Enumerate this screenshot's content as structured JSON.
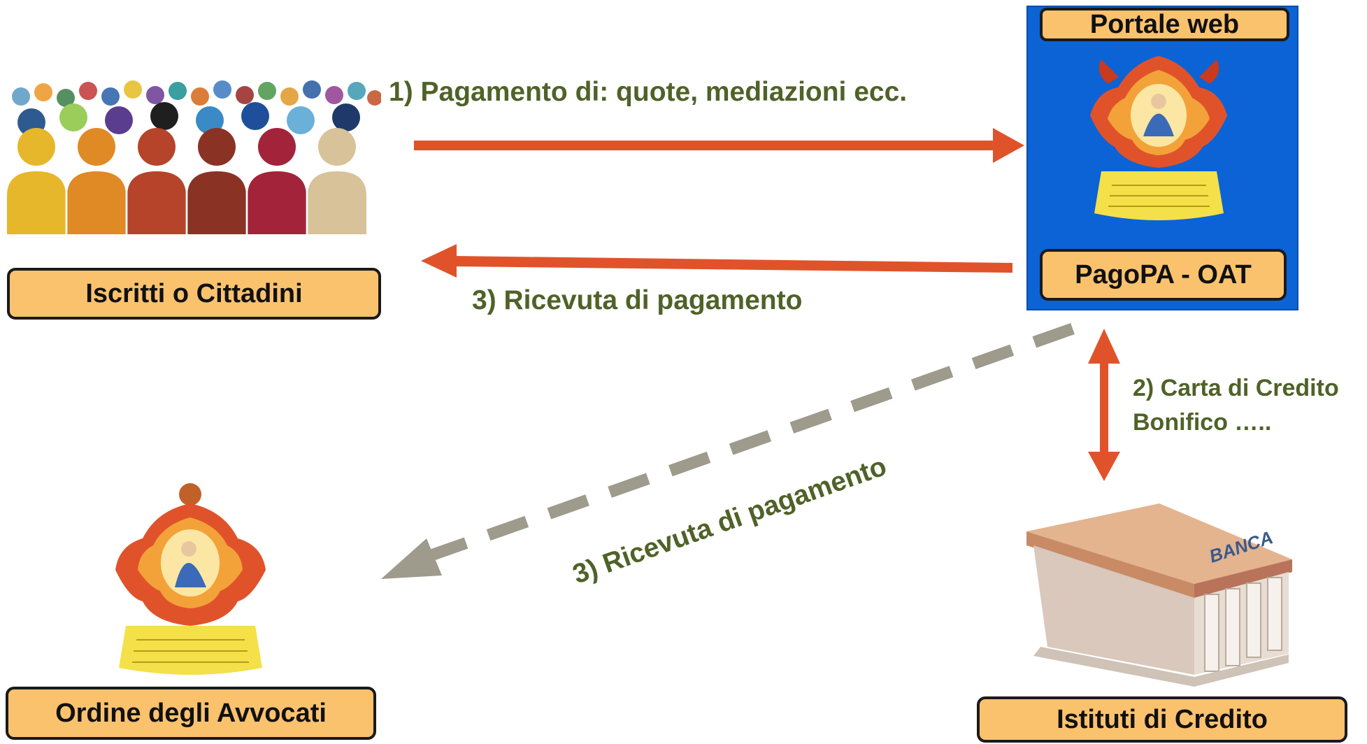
{
  "boxes": {
    "iscritti": "Iscritti o Cittadini",
    "ordine": "Ordine degli Avvocati",
    "portale": "Portale web",
    "pagopa": "PagoPA - OAT",
    "istituti": "Istituti di Credito"
  },
  "arrows": {
    "pagamento": "1) Pagamento di: quote, mediazioni ecc.",
    "ricevuta_top": "3) Ricevuta di pagamento",
    "ricevuta_diag": "3) Ricevuta di pagamento",
    "carta_line1": "2) Carta di Credito",
    "carta_line2": "Bonifico ….."
  },
  "bank_sign": "BANCA",
  "colors": {
    "box_fill": "#fbc26e",
    "arrow_orange": "#e0532a",
    "arrow_gray": "#9e9a8c",
    "label_green": "#4f6228",
    "portal_blue": "#0b63d6"
  }
}
